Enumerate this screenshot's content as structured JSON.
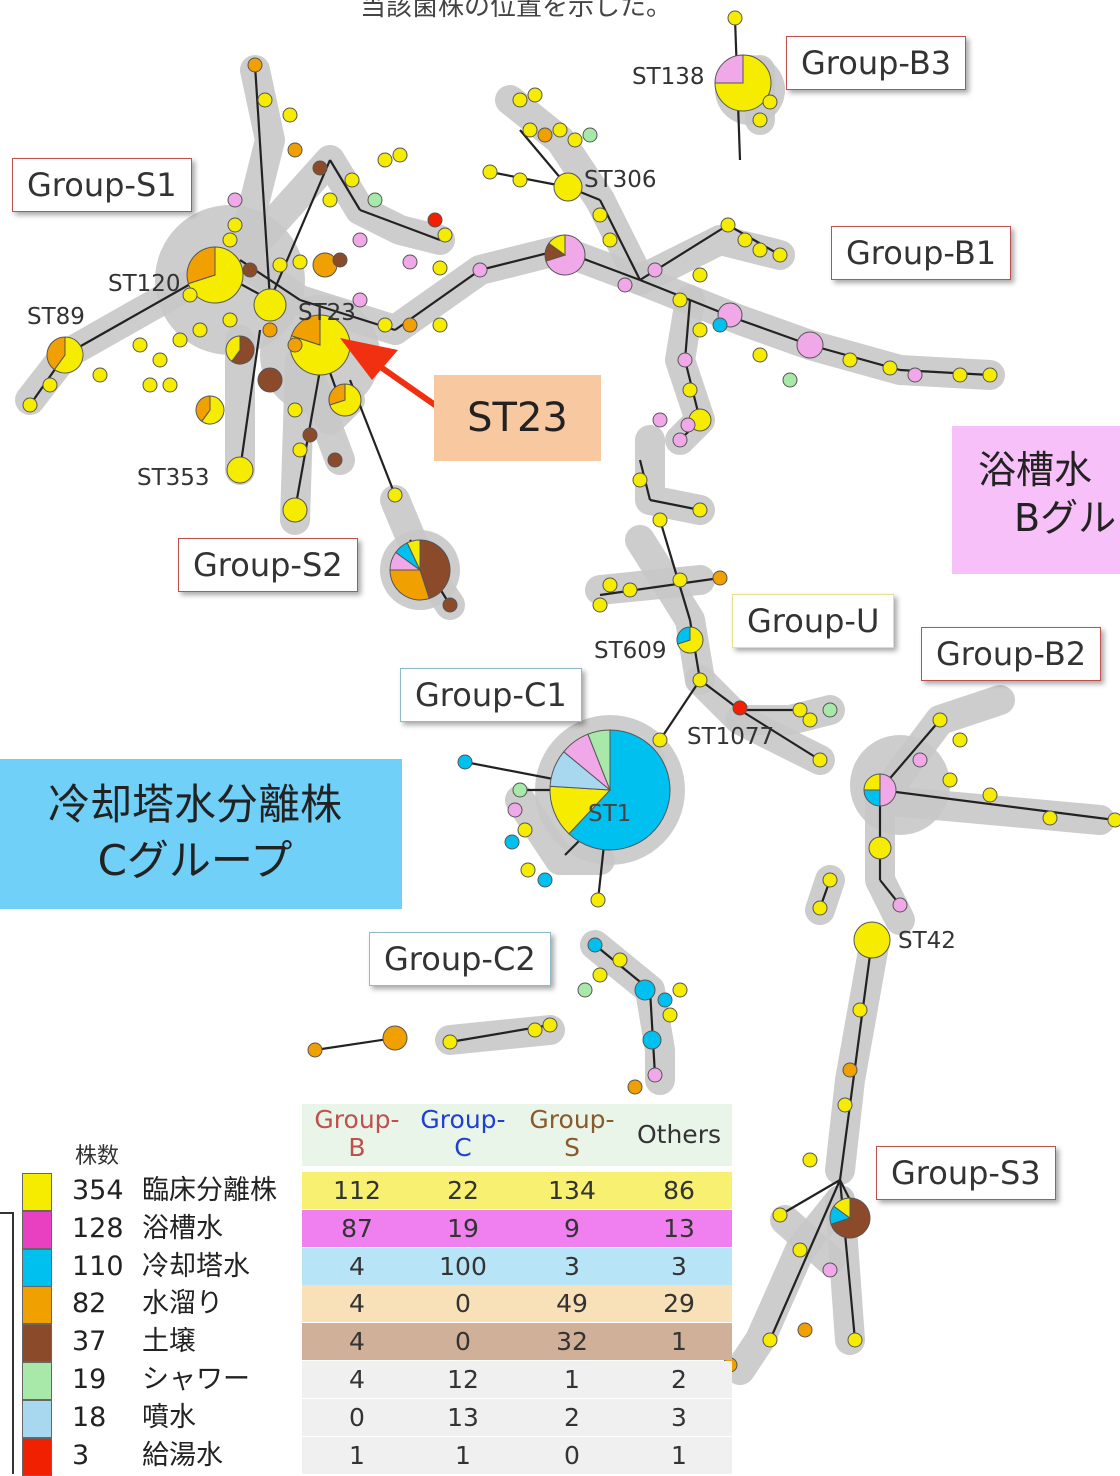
{
  "header_text": "当該菌株の位置を示した。",
  "group_labels": [
    {
      "id": "s1",
      "text": "Group-S1"
    },
    {
      "id": "s2",
      "text": "Group-S2"
    },
    {
      "id": "s3",
      "text": "Group-S3"
    },
    {
      "id": "b1",
      "text": "Group-B1"
    },
    {
      "id": "b2",
      "text": "Group-B2"
    },
    {
      "id": "b3",
      "text": "Group-B3"
    },
    {
      "id": "c1",
      "text": "Group-C1"
    },
    {
      "id": "c2",
      "text": "Group-C2"
    },
    {
      "id": "u",
      "text": "Group-U"
    }
  ],
  "st_labels": {
    "st138": "ST138",
    "st306": "ST306",
    "st120": "ST120",
    "st89": "ST89",
    "st23": "ST23",
    "st353": "ST353",
    "st609": "ST609",
    "st1077": "ST1077",
    "st1": "ST1",
    "st42": "ST42"
  },
  "callouts": {
    "st23": "ST23",
    "bath_line1": "浴槽水",
    "bath_line2": "Bグル",
    "cooling_line1": "冷却塔水分離株",
    "cooling_line2": "Cグループ"
  },
  "colors": {
    "clinical": "#f5ec00",
    "bath": "#f0a8e8",
    "cooling": "#00c0f0",
    "puddle": "#f0a000",
    "soil": "#8b4a2a",
    "shower": "#a8e8a8",
    "fountain": "#a8d8f0",
    "hotwater": "#f02000",
    "arrow": "#f03010",
    "callout_st23_bg": "#f8c8a0",
    "callout_bath_bg": "#f8c0f8",
    "callout_cooling_bg": "#70d0f8"
  },
  "legend": {
    "count_header": "株数",
    "columns": [
      {
        "line1": "Group-",
        "line2": "B",
        "color": "#c0504d"
      },
      {
        "line1": "Group-",
        "line2": "C",
        "color": "#1f3fd0"
      },
      {
        "line1": "Group-",
        "line2": "S",
        "color": "#8b5a2a"
      },
      {
        "line1": "Others",
        "line2": "",
        "color": "#333333"
      }
    ],
    "rows": [
      {
        "count": "354",
        "name": "臨床分離株",
        "swatch": "#f5ec00",
        "bg": "#f8f070",
        "cells": [
          "112",
          "22",
          "134",
          "86"
        ]
      },
      {
        "count": "128",
        "name": "浴槽水",
        "swatch": "#e840c0",
        "bg": "#f080f0",
        "cells": [
          "87",
          "19",
          "9",
          "13"
        ]
      },
      {
        "count": "110",
        "name": "冷却塔水",
        "swatch": "#00c0f0",
        "bg": "#b8e4f8",
        "cells": [
          "4",
          "100",
          "3",
          "3"
        ]
      },
      {
        "count": "82",
        "name": "水溜り",
        "swatch": "#f0a000",
        "bg": "#f8e0b8",
        "cells": [
          "4",
          "0",
          "49",
          "29"
        ]
      },
      {
        "count": "37",
        "name": "土壌",
        "swatch": "#8b4a2a",
        "bg": "#d0b098",
        "cells": [
          "4",
          "0",
          "32",
          "1"
        ]
      },
      {
        "count": "19",
        "name": "シャワー",
        "swatch": "#a8e8a8",
        "bg": "#f0f0f0",
        "cells": [
          "4",
          "12",
          "1",
          "2"
        ]
      },
      {
        "count": "18",
        "name": "噴水",
        "swatch": "#a8d8f0",
        "bg": "#f0f0f0",
        "cells": [
          "0",
          "13",
          "2",
          "3"
        ]
      },
      {
        "count": "3",
        "name": "給湯水",
        "swatch": "#f02000",
        "bg": "#f0f0f0",
        "cells": [
          "1",
          "1",
          "0",
          "1"
        ]
      }
    ]
  }
}
